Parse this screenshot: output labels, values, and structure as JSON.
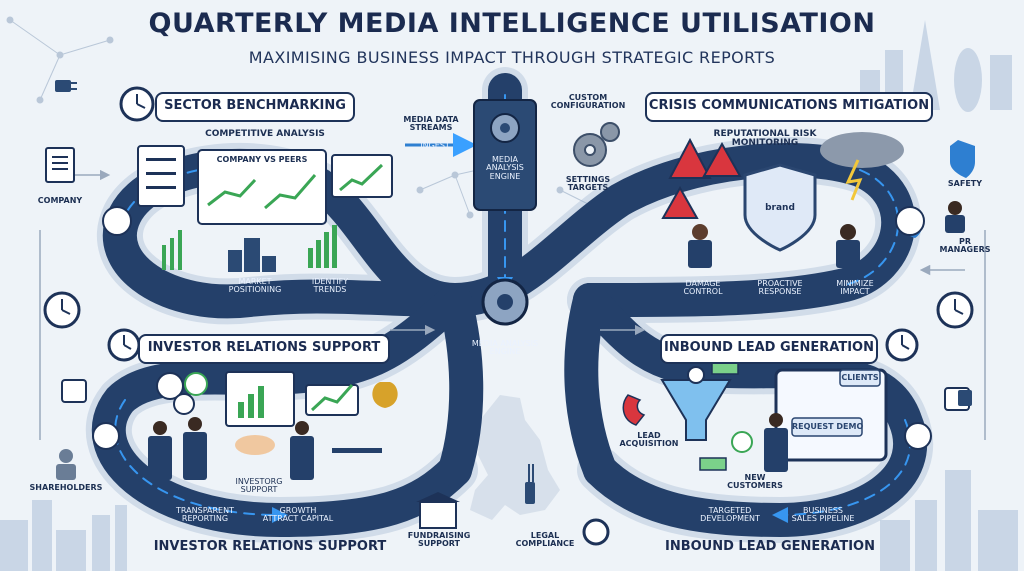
{
  "header": {
    "title": "QUARTERLY MEDIA INTELLIGENCE UTILISATION",
    "subtitle": "MAXIMISING BUSINESS IMPACT THROUGH STRATEGIC REPORTS"
  },
  "center": {
    "data_streams": "MEDIA DATA\nSTREAMS",
    "ingest": "INGEST",
    "custom_configuration": "CUSTOM\nCONFIGURATION",
    "settings_targets": "SETTINGS\nTARGETS",
    "engine_top": "MEDIA\nANALYSIS\nENGINE",
    "engine_center": "MEDIA ANALYSIS\nENGINE"
  },
  "sector": {
    "title": "SECTOR BENCHMARKING",
    "competitive": "COMPETITIVE ANALYSIS",
    "company_vs_peers": "COMPANY vs PEERS",
    "company": "COMPANY",
    "market_positioning": "MARKET\nPOSITIONING",
    "identify_trends": "IDENTIFY\nTRENDS"
  },
  "crisis": {
    "title": "CRISIS COMMUNICATIONS MITIGATION",
    "risk_monitoring": "REPUTATIONAL RISK\nMONITORING",
    "brand": "brand",
    "safety": "SAFETY",
    "pr_managers": "PR\nMANAGERS",
    "damage_control": "DAMAGE\nCONTROL",
    "proactive_response": "PROACTIVE\nRESPONSE",
    "minimize_impact": "MINIMIZE\nIMPACT"
  },
  "investor": {
    "title": "INVESTOR RELATIONS SUPPORT",
    "shareholders": "SHAREHOLDERS",
    "investor_support": "INVESTORG\nSUPPORT",
    "transparent_reporting": "TRANSPARENT\nREPORTING",
    "growth_attract": "GROWTH\nATTRACT CAPITAL",
    "bottom_title": "INVESTOR RELATIONS SUPPORT",
    "fundraising": "FUNDRAISING\nSUPPORT",
    "legal": "LEGAL\nCOMPLIANCE"
  },
  "inbound": {
    "title": "INBOUND LEAD GENERATION",
    "lead_acquisition": "LEAD\nACQUISITION",
    "new_customers": "NEW\nCUSTOMERS",
    "clients": "CLIENTS",
    "request_demo": "REQUEST DEMO",
    "targeted_development": "TARGETED\nDEVELOPMENT",
    "business_pipeline": "BUSINESS\nSALES PIPELINE",
    "bottom_title": "INBOUND LEAD GENERATION"
  },
  "colors": {
    "navy": "#1d3258",
    "road": "#2a4670",
    "accent": "#2e7fd1",
    "green": "#3aa655",
    "red": "#d9363e",
    "gold": "#d7a22a"
  }
}
